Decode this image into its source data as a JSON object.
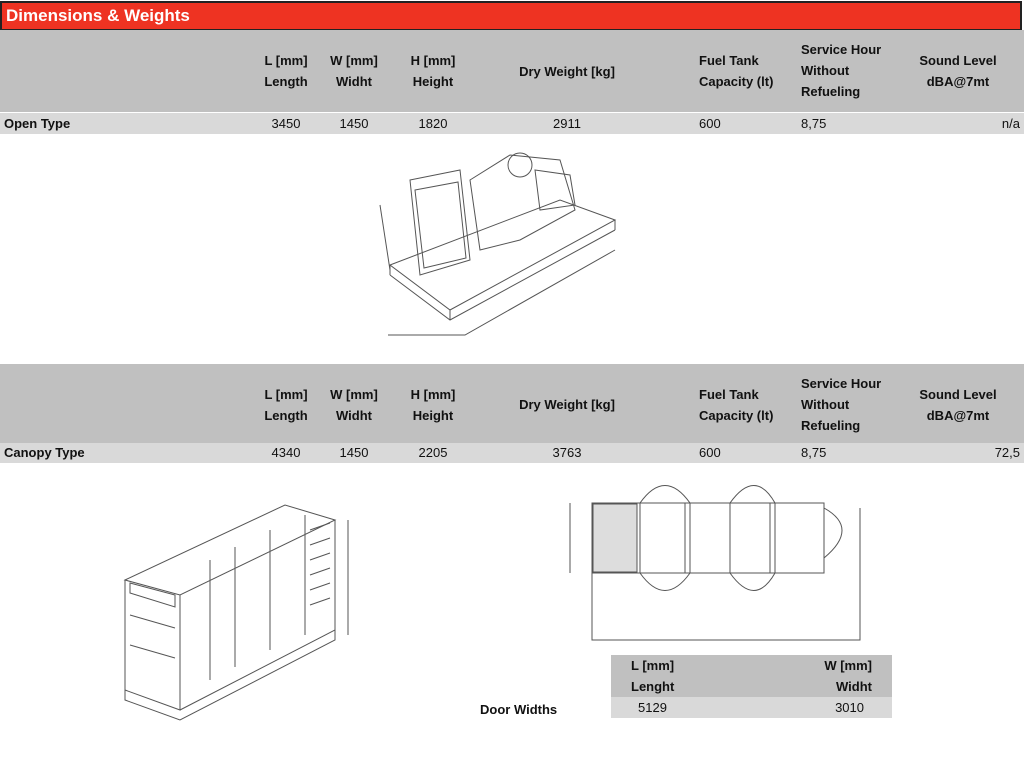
{
  "title": "Dimensions & Weights",
  "headers": {
    "l": [
      "L [mm]",
      "Length"
    ],
    "w": [
      "W [mm]",
      "Widht"
    ],
    "h": [
      "H  [mm]",
      "Height"
    ],
    "dry": "Dry Weight [kg]",
    "fuel": [
      "Fuel Tank",
      "Capacity (lt)"
    ],
    "service": [
      "Service Hour",
      "Without",
      "Refueling"
    ],
    "sound": [
      "Sound Level",
      "dBA@7mt"
    ]
  },
  "open": {
    "label": "Open Type",
    "l": "3450",
    "w": "1450",
    "h": "1820",
    "dry": "2911",
    "fuel": "600",
    "service": "8,75",
    "sound": "n/a"
  },
  "canopy": {
    "label": "Canopy Type",
    "l": "4340",
    "w": "1450",
    "h": "2205",
    "dry": "3763",
    "fuel": "600",
    "service": "8,75",
    "sound": "72,5"
  },
  "doors": {
    "label": "Door Widths",
    "l": [
      "L [mm]",
      "Lenght"
    ],
    "w": [
      "W [mm]",
      "Widht"
    ],
    "l_value": "5129",
    "w_value": "3010"
  }
}
